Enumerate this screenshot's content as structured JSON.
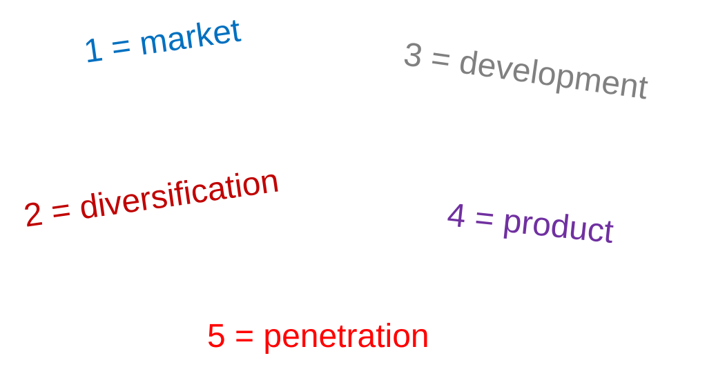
{
  "labels": [
    {
      "text": "1 = market",
      "color": "#0070c0"
    },
    {
      "text": "3 = development",
      "color": "#808080"
    },
    {
      "text": "2 = diversification",
      "color": "#c00000"
    },
    {
      "text": "4 = product",
      "color": "#7030a0"
    },
    {
      "text": "5 = penetration",
      "color": "#ff0000"
    }
  ]
}
